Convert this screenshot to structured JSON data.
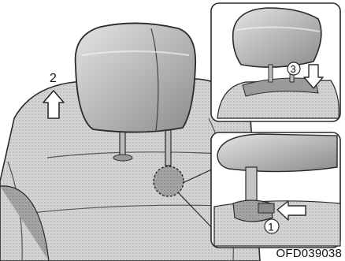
{
  "figure": {
    "code": "OFD039038",
    "step_main": "2",
    "step_release": "1",
    "step_lower": "3"
  },
  "icons": {
    "up_arrow": "up-arrow-icon",
    "down_arrow": "down-arrow-icon",
    "left_arrow": "left-arrow-icon"
  },
  "colors": {
    "line": "#2a2a2a",
    "shade_light": "#cfcfcf",
    "shade_mid": "#a8a8a8",
    "shade_dark": "#7a7a7a",
    "background": "#ffffff"
  }
}
